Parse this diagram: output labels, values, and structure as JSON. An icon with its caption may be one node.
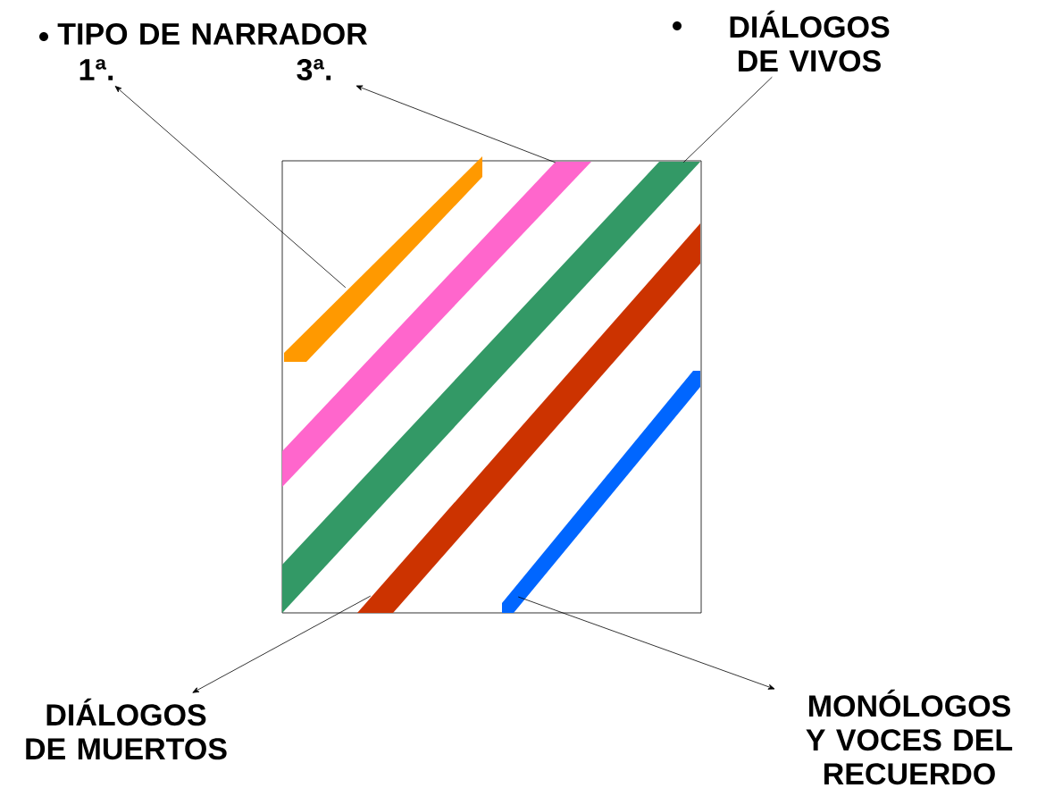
{
  "diagram": {
    "nodes": [
      {
        "text": [
          "TIPO DE NARRADOR"
        ]
      },
      {
        "text": [
          "1ª."
        ]
      },
      {
        "text": [
          "3ª."
        ]
      },
      {
        "text": [
          "DIÁLOGOS DE VIVOS"
        ]
      },
      {
        "text": [],
        "shape": "box"
      },
      {
        "text": [],
        "shape": "bar",
        "in": 4
      },
      {
        "text": [],
        "shape": "bar",
        "in": 4
      },
      {
        "text": [],
        "shape": "bar",
        "in": 4
      },
      {
        "text": [],
        "shape": "bar",
        "in": 4
      },
      {
        "text": [],
        "shape": "bar",
        "in": 4
      },
      {
        "text": [
          "DIÁLOGOS DE MUERTOS"
        ]
      },
      {
        "text": [
          "MONÓLOGOS Y VOCES DEL RECUERDO"
        ]
      }
    ],
    "edges": [
      {
        "from": 5,
        "to": 1,
        "arrow": "to"
      },
      {
        "from": 6,
        "to": 2,
        "arrow": "to"
      },
      {
        "from": 7,
        "to": 3,
        "arrow": "none"
      },
      {
        "from": 8,
        "to": 10,
        "arrow": "to"
      },
      {
        "from": 9,
        "to": 11,
        "arrow": "to"
      }
    ]
  }
}
